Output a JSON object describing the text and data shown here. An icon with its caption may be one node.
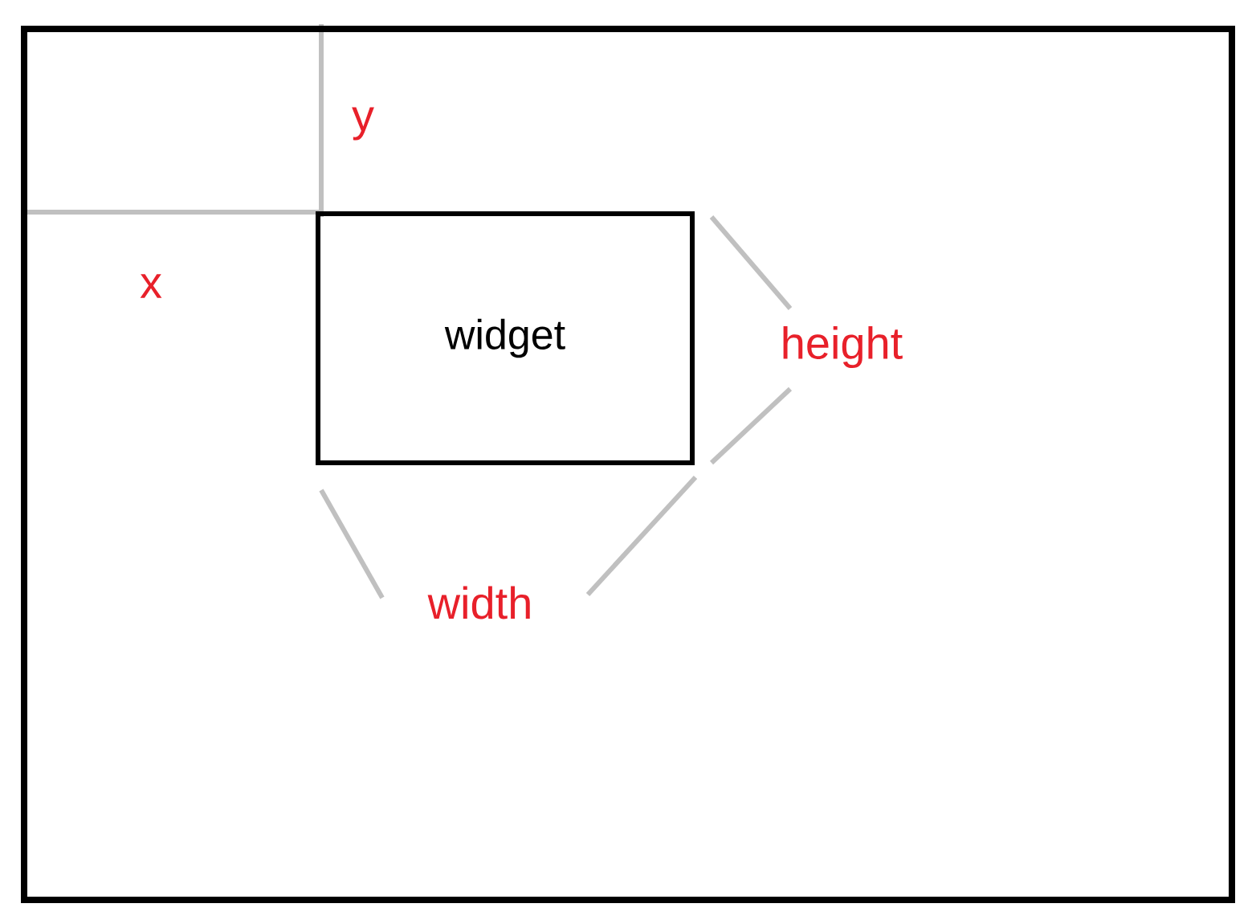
{
  "diagram": {
    "nodes": [
      {
        "text": [],
        "shape": "box"
      },
      {
        "text": [
          "widget"
        ],
        "in": 0
      }
    ],
    "labels": [
      "y",
      "x",
      "height",
      "width"
    ]
  }
}
